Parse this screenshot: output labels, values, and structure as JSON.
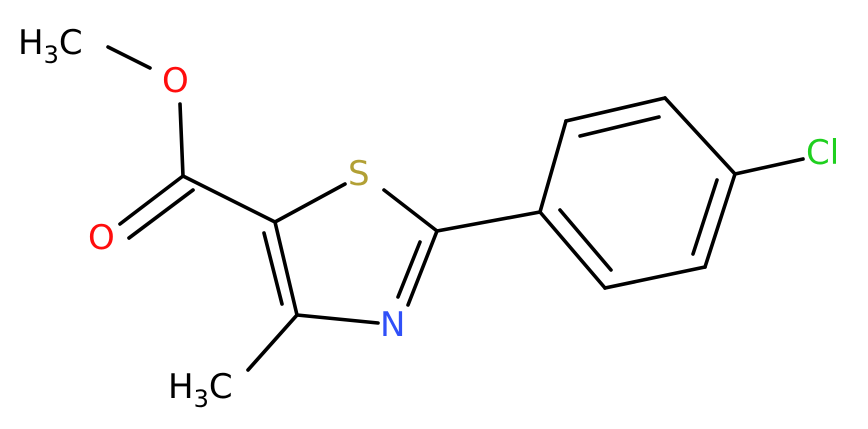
{
  "molecule": {
    "atoms": {
      "methyl_top": {
        "base": "H",
        "sub": "3",
        "tail": "C"
      },
      "ester_o": {
        "label": "O"
      },
      "carbonyl_o": {
        "label": "O"
      },
      "sulfur": {
        "label": "S"
      },
      "nitrogen": {
        "label": "N"
      },
      "chlorine": {
        "label": "Cl"
      },
      "methyl_bottom": {
        "base": "H",
        "sub": "3",
        "tail": "C"
      }
    },
    "colors": {
      "bond": "#000000",
      "carbon_label": "#000000",
      "oxygen": "#ff0d0d",
      "sulfur": "#b2a035",
      "nitrogen": "#3050f8",
      "chlorine": "#1fd01f"
    }
  }
}
